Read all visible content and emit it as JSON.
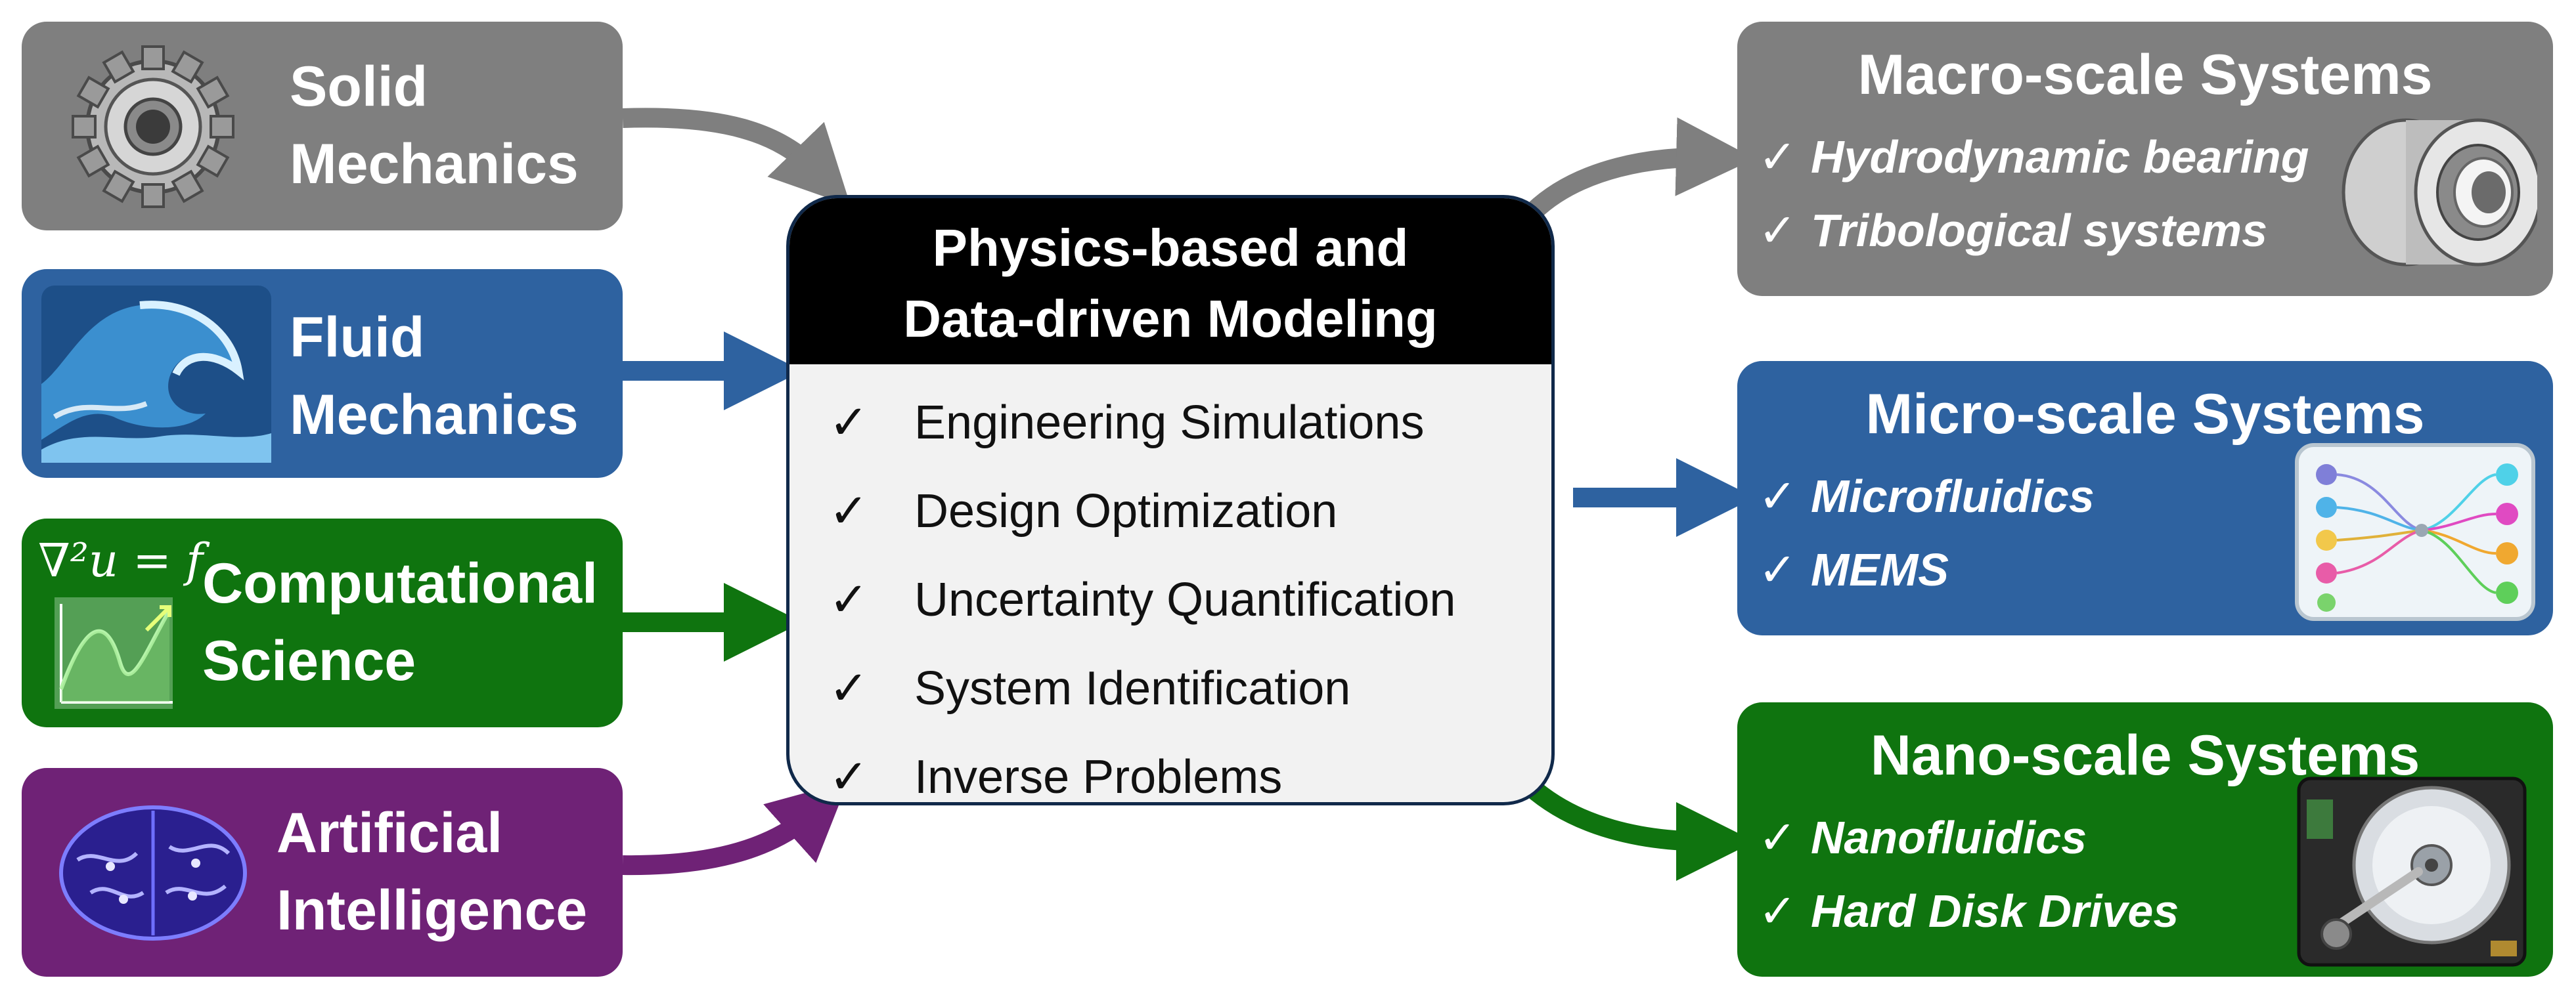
{
  "inputs": [
    {
      "line1": "Solid",
      "line2": "Mechanics",
      "icon": "gear-icon",
      "color": "#7f7f7f"
    },
    {
      "line1": "Fluid",
      "line2": "Mechanics",
      "icon": "wave-icon",
      "color": "#2e62a0"
    },
    {
      "line1": "Computational",
      "line2": "Science",
      "icon": "equation-plot-icon",
      "color": "#0f740f",
      "equation": "∇²u = f"
    },
    {
      "line1": "Artificial",
      "line2": "Intelligence",
      "icon": "brain-icon",
      "color": "#6f2276"
    }
  ],
  "center": {
    "title_line1": "Physics-based and",
    "title_line2": "Data-driven Modeling",
    "check": "✓",
    "items": [
      "Engineering Simulations",
      "Design Optimization",
      "Uncertainty Quantification",
      "System Identification",
      "Inverse Problems"
    ]
  },
  "outputs": [
    {
      "title": "Macro-scale Systems",
      "items": [
        "Hydrodynamic bearing",
        "Tribological systems"
      ],
      "icon": "bearing-icon",
      "color": "#7f7f7f"
    },
    {
      "title": "Micro-scale Systems",
      "items": [
        "Microfluidics",
        "MEMS"
      ],
      "icon": "microfluidic-chip-icon",
      "color": "#2e62a0"
    },
    {
      "title": "Nano-scale Systems",
      "items": [
        "Nanofluidics",
        "Hard Disk Drives"
      ],
      "icon": "hard-disk-icon",
      "color": "#0f740f"
    }
  ]
}
